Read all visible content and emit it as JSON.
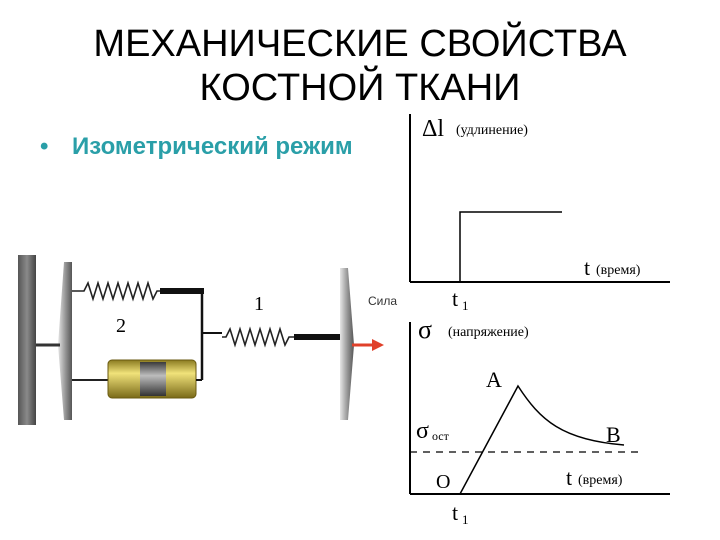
{
  "slide": {
    "title_line1": "МЕХАНИЧЕСКИЕ СВОЙСТВА",
    "title_line2": "КОСТНОЙ ТКАНИ",
    "bullet_text": "Изометрический режим"
  },
  "mechanism": {
    "spring2_label": "2",
    "spring1_label": "1",
    "force_label": "Сила"
  },
  "graph_top": {
    "y_symbol": "Δl",
    "y_label": "(удлинение)",
    "x_symbol": "t",
    "x_label": "(время)",
    "t1_label": "t",
    "t1_sub": "1"
  },
  "graph_bottom": {
    "y_symbol": "σ",
    "y_label": "(напряжение)",
    "x_symbol": "t",
    "x_label": "(время)",
    "t1_label": "t",
    "t1_sub": "1",
    "point_a": "A",
    "point_b": "B",
    "origin": "O",
    "sigma_ost": "σ",
    "sigma_ost_sub": "ост"
  },
  "colors": {
    "bullet": "#2a9fa8",
    "arrow": "#e0402a",
    "cylinder": "#c8b43a"
  }
}
